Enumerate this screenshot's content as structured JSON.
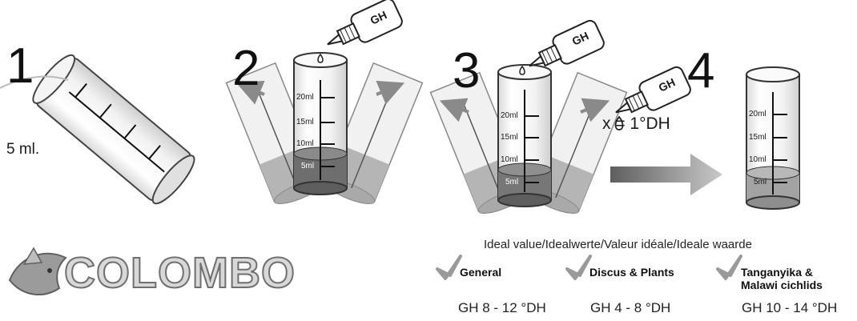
{
  "steps": {
    "s1": {
      "number": "1",
      "volume": "5 ml."
    },
    "s2": {
      "number": "2",
      "reagent": "GH"
    },
    "s3": {
      "number": "3",
      "reagent": "GH"
    },
    "s4": {
      "number": "4",
      "reagent": "GH",
      "dose_rule": "x   = 1°DH"
    }
  },
  "tube_marks": [
    "20ml",
    "15ml",
    "10ml",
    "5ml"
  ],
  "ideal": {
    "title": "Ideal value/Idealwerte/Valeur idéale/Ideale waarde",
    "categories": [
      {
        "name_line1": "General",
        "name_line2": "",
        "range": "GH 8 - 12 °DH"
      },
      {
        "name_line1": "Discus & Plants",
        "name_line2": "",
        "range": "GH 4 - 8 °DH"
      },
      {
        "name_line1": "Tanganyika &",
        "name_line2": "Malawi cichlids",
        "range": "GH 10 - 14 °DH"
      }
    ]
  },
  "brand": {
    "name": "COLOMBO"
  },
  "colors": {
    "check": "#9a9a9a",
    "liquid_dark": "#6e6e6e",
    "liquid_light": "#b3b3b3",
    "arrow": "#8a8a8a"
  },
  "icons": [
    "tube-icon",
    "dropper-bottle-icon",
    "drop-icon",
    "arrow-icon",
    "checkmark-icon",
    "fish-logo-icon"
  ]
}
